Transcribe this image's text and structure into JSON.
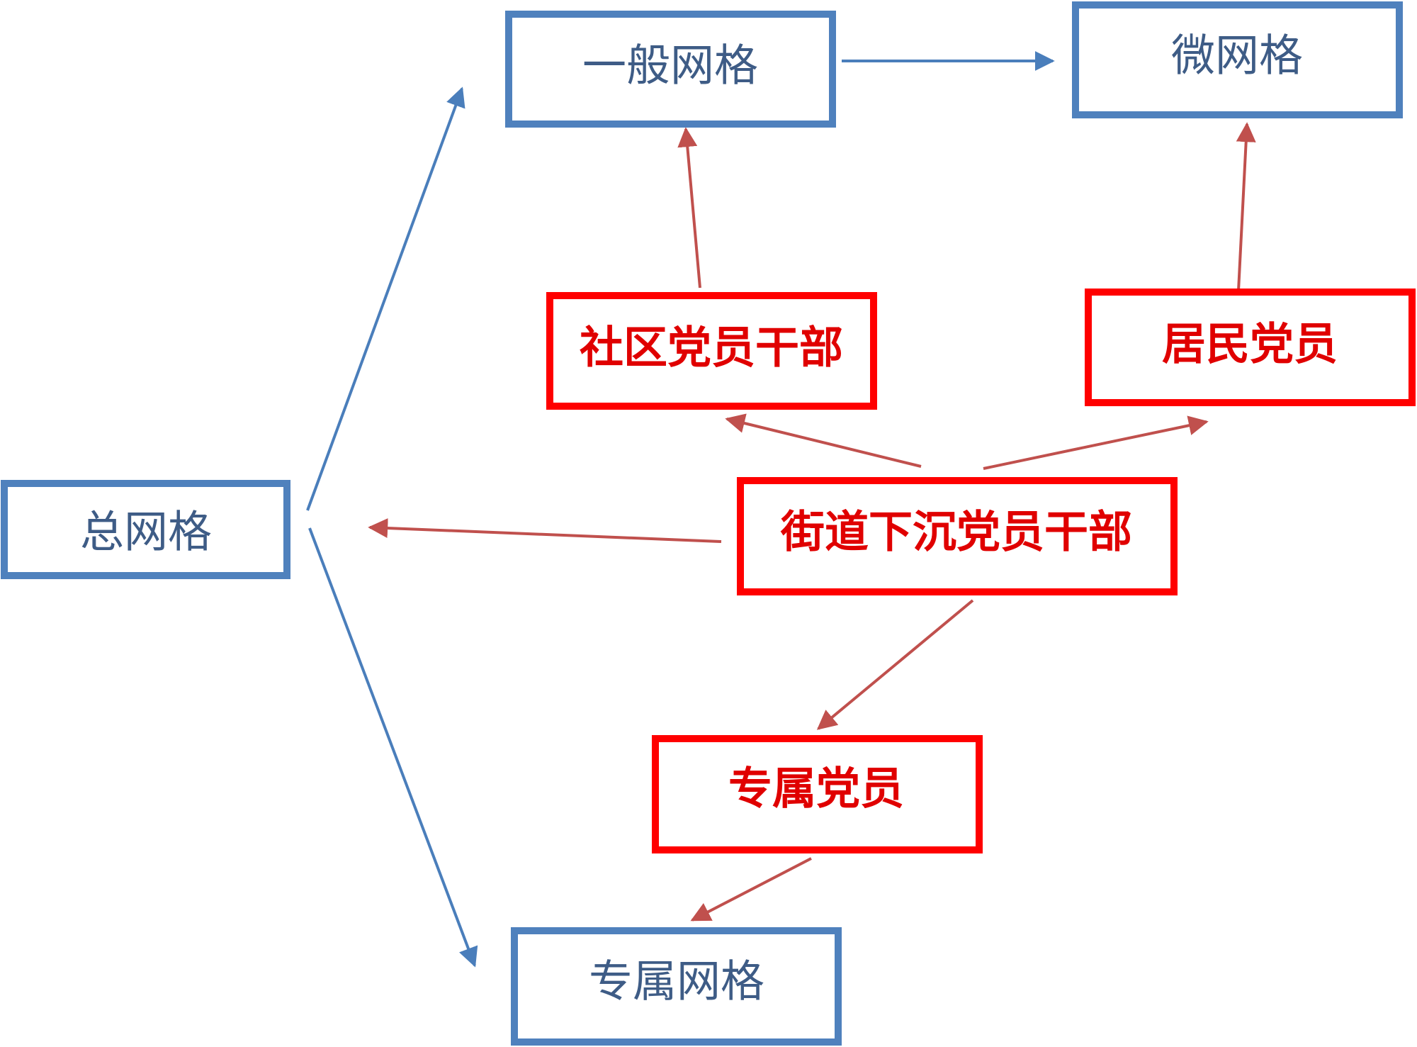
{
  "colors": {
    "grid_border": "#4F81BD",
    "grid_text": "#3E5C86",
    "member_border": "#FF0000",
    "member_text": "#E00000",
    "blue_arrow": "#4A7EBB",
    "red_arrow": "#C0504D"
  },
  "nodes": {
    "general_grid": {
      "label": "一般网格"
    },
    "micro_grid": {
      "label": "微网格"
    },
    "total_grid": {
      "label": "总网格"
    },
    "exclusive_grid": {
      "label": "专属网格"
    },
    "community_cadres": {
      "label": "社区党员干部"
    },
    "resident_members": {
      "label": "居民党员"
    },
    "street_cadres": {
      "label": "街道下沉党员干部"
    },
    "exclusive_members": {
      "label": "专属党员"
    }
  },
  "edges": [
    {
      "from": "total_grid",
      "to": "general_grid",
      "color": "blue"
    },
    {
      "from": "total_grid",
      "to": "exclusive_grid",
      "color": "blue"
    },
    {
      "from": "general_grid",
      "to": "micro_grid",
      "color": "blue"
    },
    {
      "from": "community_cadres",
      "to": "general_grid",
      "color": "red"
    },
    {
      "from": "resident_members",
      "to": "micro_grid",
      "color": "red"
    },
    {
      "from": "street_cadres",
      "to": "community_cadres",
      "color": "red"
    },
    {
      "from": "street_cadres",
      "to": "resident_members",
      "color": "red"
    },
    {
      "from": "street_cadres",
      "to": "total_grid",
      "color": "red"
    },
    {
      "from": "street_cadres",
      "to": "exclusive_members",
      "color": "red"
    },
    {
      "from": "exclusive_members",
      "to": "exclusive_grid",
      "color": "red"
    }
  ]
}
